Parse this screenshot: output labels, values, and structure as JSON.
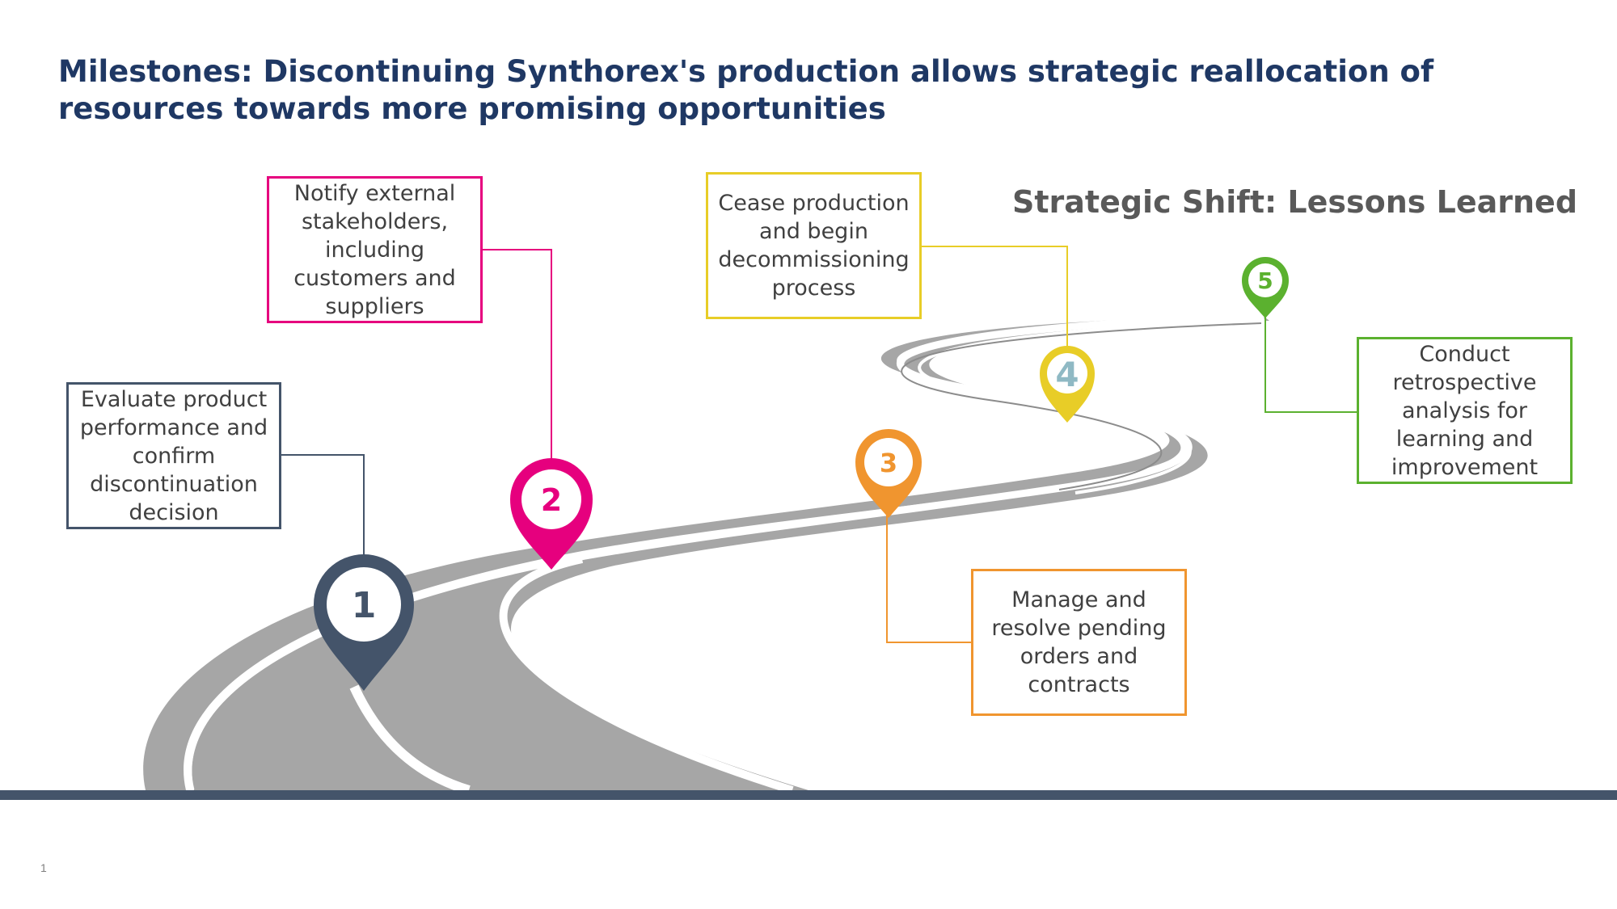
{
  "slide": {
    "title": "Milestones: Discontinuing Synthorex's production allows strategic reallocation of resources towards more promising opportunities",
    "subtitle": "Strategic Shift: Lessons Learned",
    "page_number": "1"
  },
  "milestones": [
    {
      "number": "1",
      "text": "Evaluate product performance and confirm discontinuation decision",
      "color": "#44546A"
    },
    {
      "number": "2",
      "text": "Notify external stakeholders, including customers and suppliers",
      "color": "#E6007E"
    },
    {
      "number": "3",
      "text": "Manage and resolve pending orders and contracts",
      "color": "#F0952F"
    },
    {
      "number": "4",
      "text": "Cease production and begin decommissioning process",
      "color": "#E8CD27"
    },
    {
      "number": "5",
      "text": "Conduct retrospective analysis for learning and improvement",
      "color": "#5BB12F"
    }
  ],
  "colors": {
    "road": "#A6A6A6",
    "road_line": "#ffffff",
    "baseline": "#44546A",
    "title": "#1F3864"
  }
}
